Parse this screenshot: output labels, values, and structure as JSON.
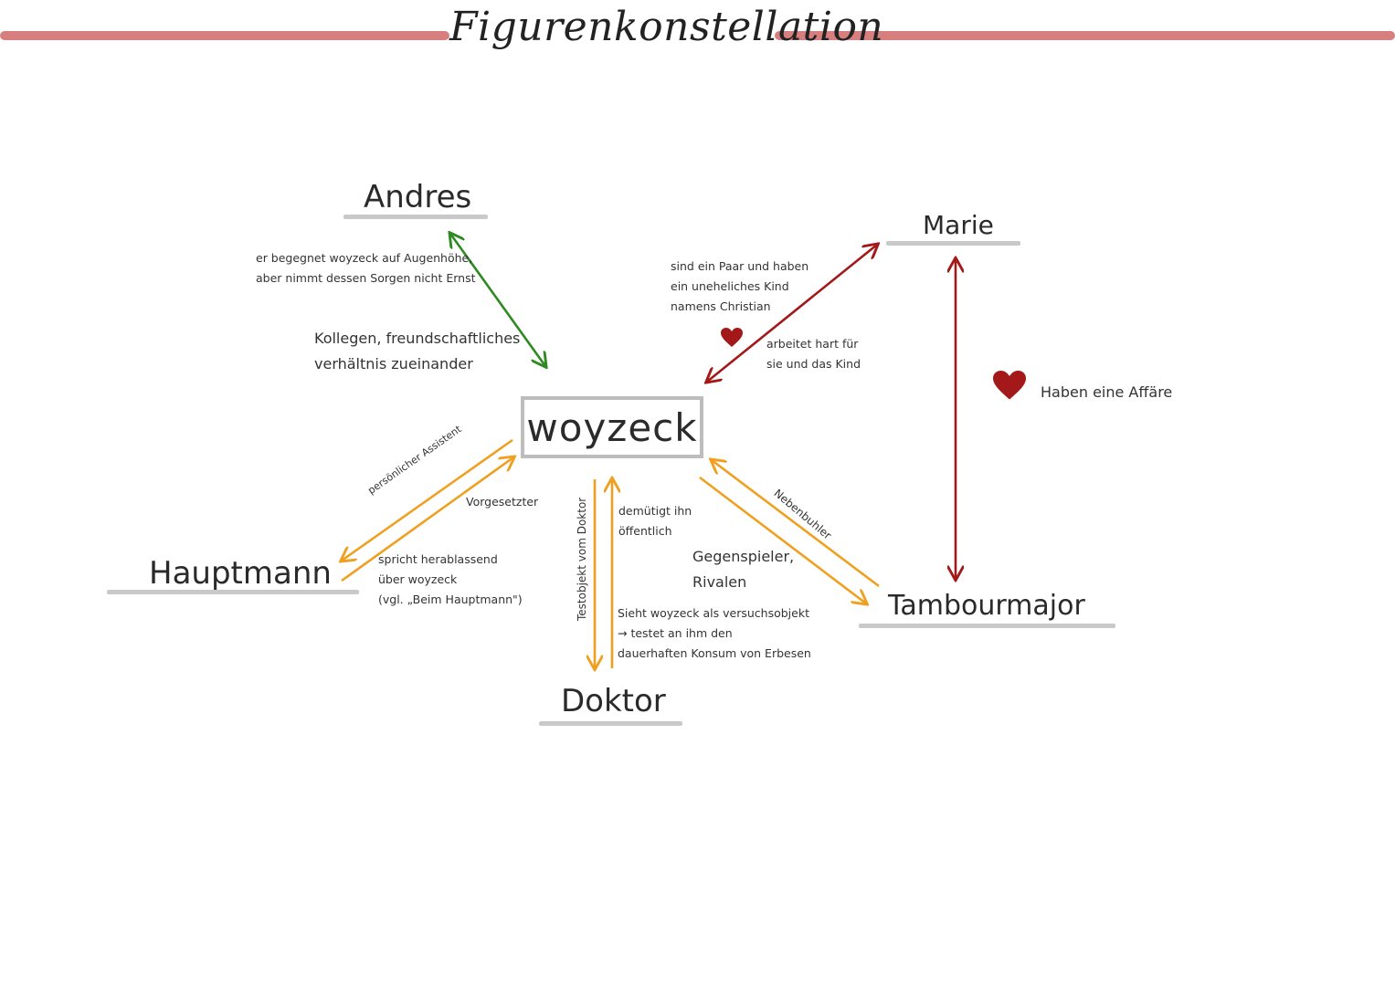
{
  "title": "Figurenkonstellation",
  "colors": {
    "title_bar": "#d77f7f",
    "green": "#2e8b22",
    "red": "#a31818",
    "orange": "#f0a020",
    "underline": "#c9c9c9"
  },
  "nodes": {
    "center": "woyzeck",
    "andres": "Andres",
    "marie": "Marie",
    "hauptmann": "Hauptmann",
    "tambourmajor": "Tambourmajor",
    "doktor": "Doktor"
  },
  "notes": {
    "andres_1": "er begegnet woyzeck auf Augenhöhe,",
    "andres_2": "aber nimmt dessen Sorgen nicht Ernst",
    "andres_rel_1": "Kollegen, freundschaftliches",
    "andres_rel_2": "verhältnis zueinander",
    "marie_1": "sind ein Paar und haben",
    "marie_2": "ein uneheliches Kind",
    "marie_3": "namens Christian",
    "marie_work_1": "arbeitet hart für",
    "marie_work_2": "sie und das Kind",
    "affair": "Haben eine Affäre",
    "hauptmann_assist": "persönlicher Assistent",
    "hauptmann_boss": "Vorgesetzter",
    "hauptmann_talk_1": "spricht herablassend",
    "hauptmann_talk_2": "über woyzeck",
    "hauptmann_talk_3": "(vgl. „Beim Hauptmann\")",
    "doktor_test": "Testobjekt vom Doktor",
    "doktor_humiliate_1": "demütigt ihn",
    "doktor_humiliate_2": "öffentlich",
    "doktor_sees_1": "Sieht woyzeck als versuchsobjekt",
    "doktor_sees_2": "→ testet an ihm den",
    "doktor_sees_3": "dauerhaften Konsum von Erbesen",
    "tambour_rival": "Nebenbuhler",
    "tambour_opp_1": "Gegenspieler,",
    "tambour_opp_2": "Rivalen"
  }
}
